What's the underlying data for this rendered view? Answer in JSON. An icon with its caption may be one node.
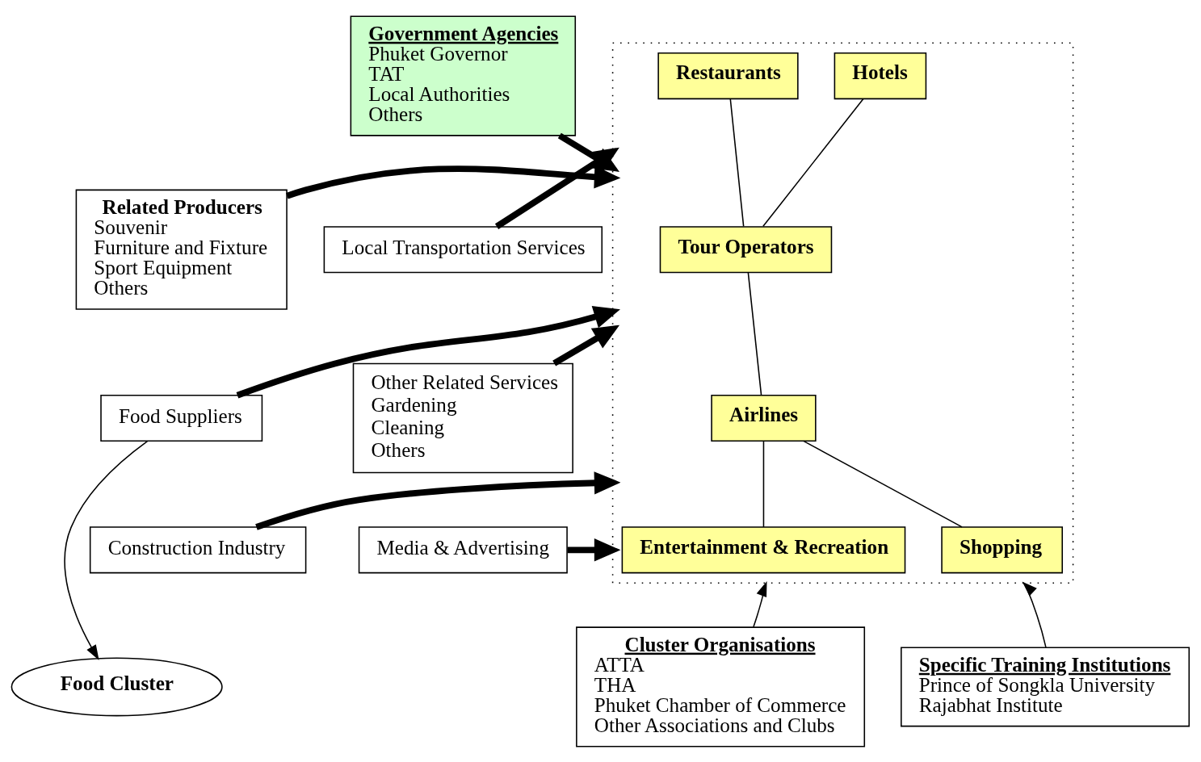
{
  "diagram": {
    "nodes": [
      {
        "text": [
          "Government Agencies",
          "Phuket Governor",
          "TAT",
          "Local Authorities",
          "Others"
        ]
      },
      {
        "text": [],
        "shape": "box"
      },
      {
        "text": [
          "Hotels"
        ],
        "in": 1
      },
      {
        "text": [
          "Restaurants"
        ],
        "in": 1
      },
      {
        "text": [
          "Tour Operators"
        ],
        "in": 1
      },
      {
        "text": [
          "Airlines"
        ],
        "in": 1
      },
      {
        "text": [
          "Shopping"
        ],
        "in": 1
      },
      {
        "text": [
          "Entertainment & Recreation"
        ],
        "in": 1
      },
      {
        "text": [
          "Related Producers",
          "Souvenir",
          "Furniture and Fixture",
          "Sport Equipment",
          "Others"
        ]
      },
      {
        "text": [
          "Food Suppliers"
        ]
      },
      {
        "text": [
          "Construction Industry"
        ]
      },
      {
        "text": [
          "Food Cluster"
        ]
      },
      {
        "text": [
          "Specific Training Institutions",
          "Prince of Songkla University",
          "Rajabhat Institute"
        ]
      },
      {
        "text": [
          "Cluster Organisations",
          "ATTA",
          "THA",
          "Phuket Chamber of Commerce",
          "Other Associations and Clubs"
        ]
      },
      {
        "text": [
          "Local Transportation Services"
        ]
      },
      {
        "text": [
          "Other Related Services",
          "Gardening",
          "Cleaning",
          "Others"
        ]
      },
      {
        "text": [
          "Media & Advertising"
        ]
      }
    ],
    "edges": [
      {
        "from": 0,
        "to": 1,
        "arrow": "to",
        "style": "thick"
      },
      {
        "from": 2,
        "to": 4,
        "arrow": "none"
      },
      {
        "from": 3,
        "to": 4,
        "arrow": "none"
      },
      {
        "from": 4,
        "to": 5,
        "arrow": "none"
      },
      {
        "from": 5,
        "to": 6,
        "arrow": "none"
      },
      {
        "from": 5,
        "to": 7,
        "arrow": "none"
      },
      {
        "from": 8,
        "to": 1,
        "arrow": "to",
        "style": "thick"
      },
      {
        "from": 9,
        "to": 1,
        "arrow": "to",
        "style": "thick"
      },
      {
        "from": 10,
        "to": 1,
        "arrow": "to",
        "style": "thick"
      },
      {
        "from": 9,
        "to": 11,
        "arrow": "to"
      },
      {
        "from": 12,
        "to": 1,
        "arrow": "to"
      },
      {
        "from": 13,
        "to": 1,
        "arrow": "to"
      },
      {
        "from": 14,
        "to": 1,
        "arrow": "to",
        "style": "thick"
      },
      {
        "from": 15,
        "to": 1,
        "arrow": "to",
        "style": "thick"
      },
      {
        "from": 16,
        "to": 1,
        "arrow": "to",
        "style": "thick"
      }
    ]
  }
}
